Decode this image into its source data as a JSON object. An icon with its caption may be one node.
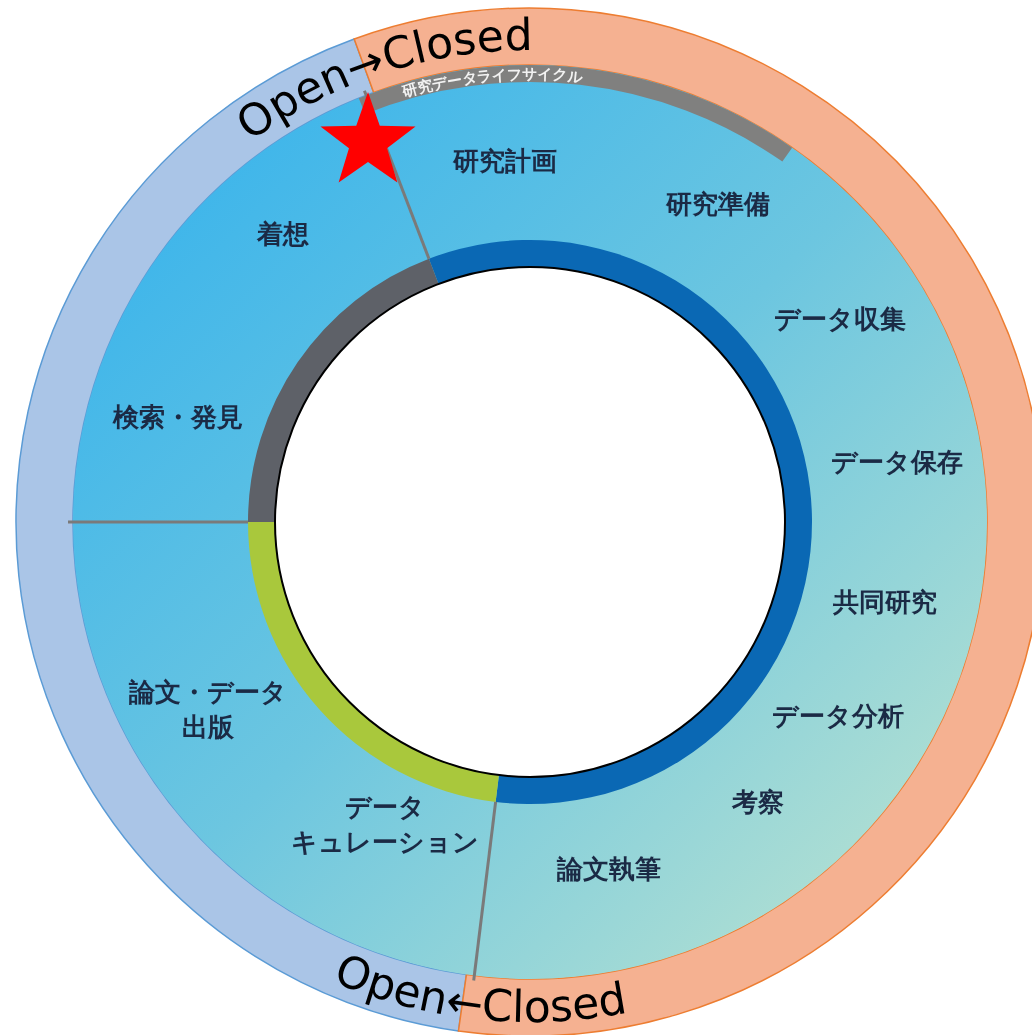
{
  "diagram": {
    "labels": [
      "Open→Closed",
      "研究データライフサイクル",
      "研究計画",
      "着想",
      "研究準備",
      "データ収集",
      "検索・発見",
      "データ保存",
      "共同研究",
      "論文・データ出版",
      "データ分析",
      "考察",
      "データキュレーション",
      "論文執筆",
      "Open←Closed"
    ]
  }
}
